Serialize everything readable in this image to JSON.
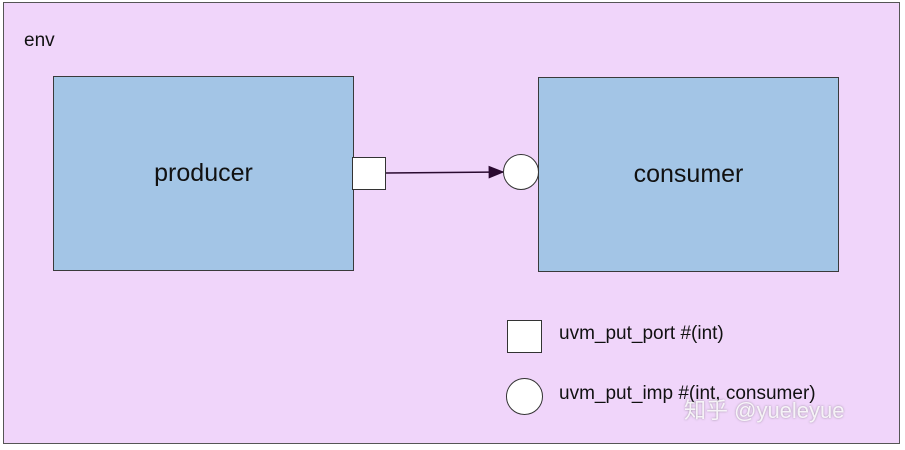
{
  "env": {
    "label": "env"
  },
  "blocks": {
    "producer": "producer",
    "consumer": "consumer"
  },
  "legend": {
    "port_label": "uvm_put_port #(int)",
    "imp_label": "uvm_put_imp #(int, consumer)"
  },
  "watermark": {
    "text": "知乎 @yueleyue"
  },
  "colors": {
    "env_background": "#f0d5fa",
    "block_fill": "#a3c5e6",
    "connector_line": "#2a0a30"
  }
}
